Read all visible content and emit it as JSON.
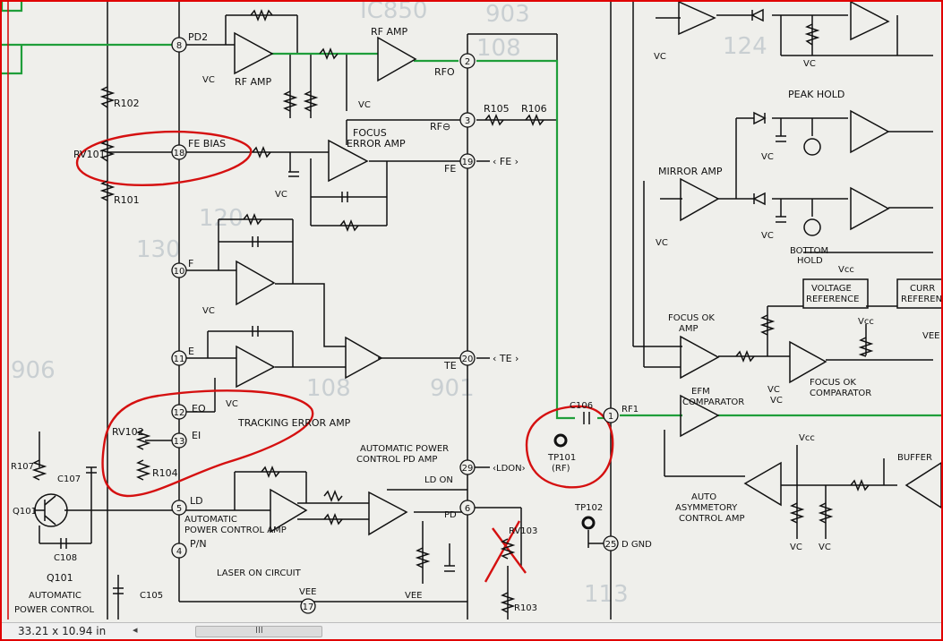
{
  "status": {
    "dimensions": "33.21 x 10.94 in",
    "left_arrow": "◂",
    "grip": "III"
  },
  "pins": {
    "p8": "8",
    "p18": "18",
    "p10": "10",
    "p11": "11",
    "p12": "12",
    "p13": "13",
    "p5": "5",
    "p4": "4",
    "p17": "17",
    "p2": "2",
    "p3": "3",
    "p19": "19",
    "p20": "20",
    "p29": "29",
    "p6": "6",
    "p1": "1",
    "p25": "25"
  },
  "labels": {
    "pd2": "PD2",
    "rf_amp_top": "RF AMP",
    "rf_amp_left": "RF AMP",
    "vc": "VC",
    "rfo": "RFO",
    "rf_minus": "RF⊖",
    "fe_pin": "FE",
    "fe_arrow": "‹ FE ›",
    "r105": "R105",
    "r106": "R106",
    "focus_error_amp_1": "FOCUS",
    "focus_error_amp_2": "ERROR AMP",
    "r102": "R102",
    "rv101": "RV101",
    "r101": "R101",
    "fe_bias": "FE BIAS",
    "f": "F",
    "e": "E",
    "eo": "EO",
    "ei": "EI",
    "tracking_error_amp": "TRACKING ERROR AMP",
    "rv102": "RV102",
    "r104": "R104",
    "te_pin": "TE",
    "te_arrow": "‹ TE ›",
    "ld": "LD",
    "pn": "P/N",
    "apc_amp_1": "AUTOMATIC",
    "apc_amp_2": "POWER CONTROL AMP",
    "apc_pd_1": "AUTOMATIC POWER",
    "apc_pd_2": "CONTROL PD AMP",
    "ld_on": "LD ON",
    "ldon_arrow": "‹LDON›",
    "pd": "PD",
    "rv103": "RV103",
    "r103": "R103",
    "laser_on_circuit": "LASER ON CIRCUIT",
    "vee": "VEE",
    "r107": "R107",
    "c107": "C107",
    "q101": "Q101",
    "c108": "C108",
    "q101_title": "Q101",
    "apc_1": "AUTOMATIC",
    "apc_2": "POWER CONTROL",
    "c105": "C105",
    "c106": "C106",
    "tp101": "TP101",
    "tp101_rf": "(RF)",
    "rf1": "RF1",
    "tp102": "TP102",
    "d_gnd": "D GND",
    "peak_hold": "PEAK HOLD",
    "mirror_amp": "MIRROR AMP",
    "bottom_hold_1": "BOTTOM",
    "bottom_hold_2": "HOLD",
    "vcc": "Vcc",
    "voltage_reference_1": "VOLTAGE",
    "voltage_reference_2": "REFERENCE",
    "current_reference_1": "CURR",
    "current_reference_2": "REFEREN",
    "focus_ok_amp_1": "FOCUS OK",
    "focus_ok_amp_2": "AMP",
    "focus_ok_comp_1": "FOCUS OK",
    "focus_ok_comp_2": "COMPARATOR",
    "efm_comparator_1": "EFM",
    "efm_comparator_2": "COMPARATOR",
    "auto_asym_1": "AUTO",
    "auto_asym_2": "ASYMMETORY",
    "auto_asym_3": "CONTROL AMP",
    "buffer": "BUFFER",
    "vee_right": "VEE"
  },
  "background": {
    "n903": "903",
    "n108a": "108",
    "n124": "124",
    "n113": "113",
    "n906": "906",
    "n901": "901",
    "n108b": "108",
    "n130": "130",
    "n120": "120",
    "n1c850": "IC850"
  },
  "colors": {
    "ink": "#111111",
    "signal_green": "#1f9e3a",
    "annotation_red": "#d51010",
    "paper": "#efefeb"
  }
}
